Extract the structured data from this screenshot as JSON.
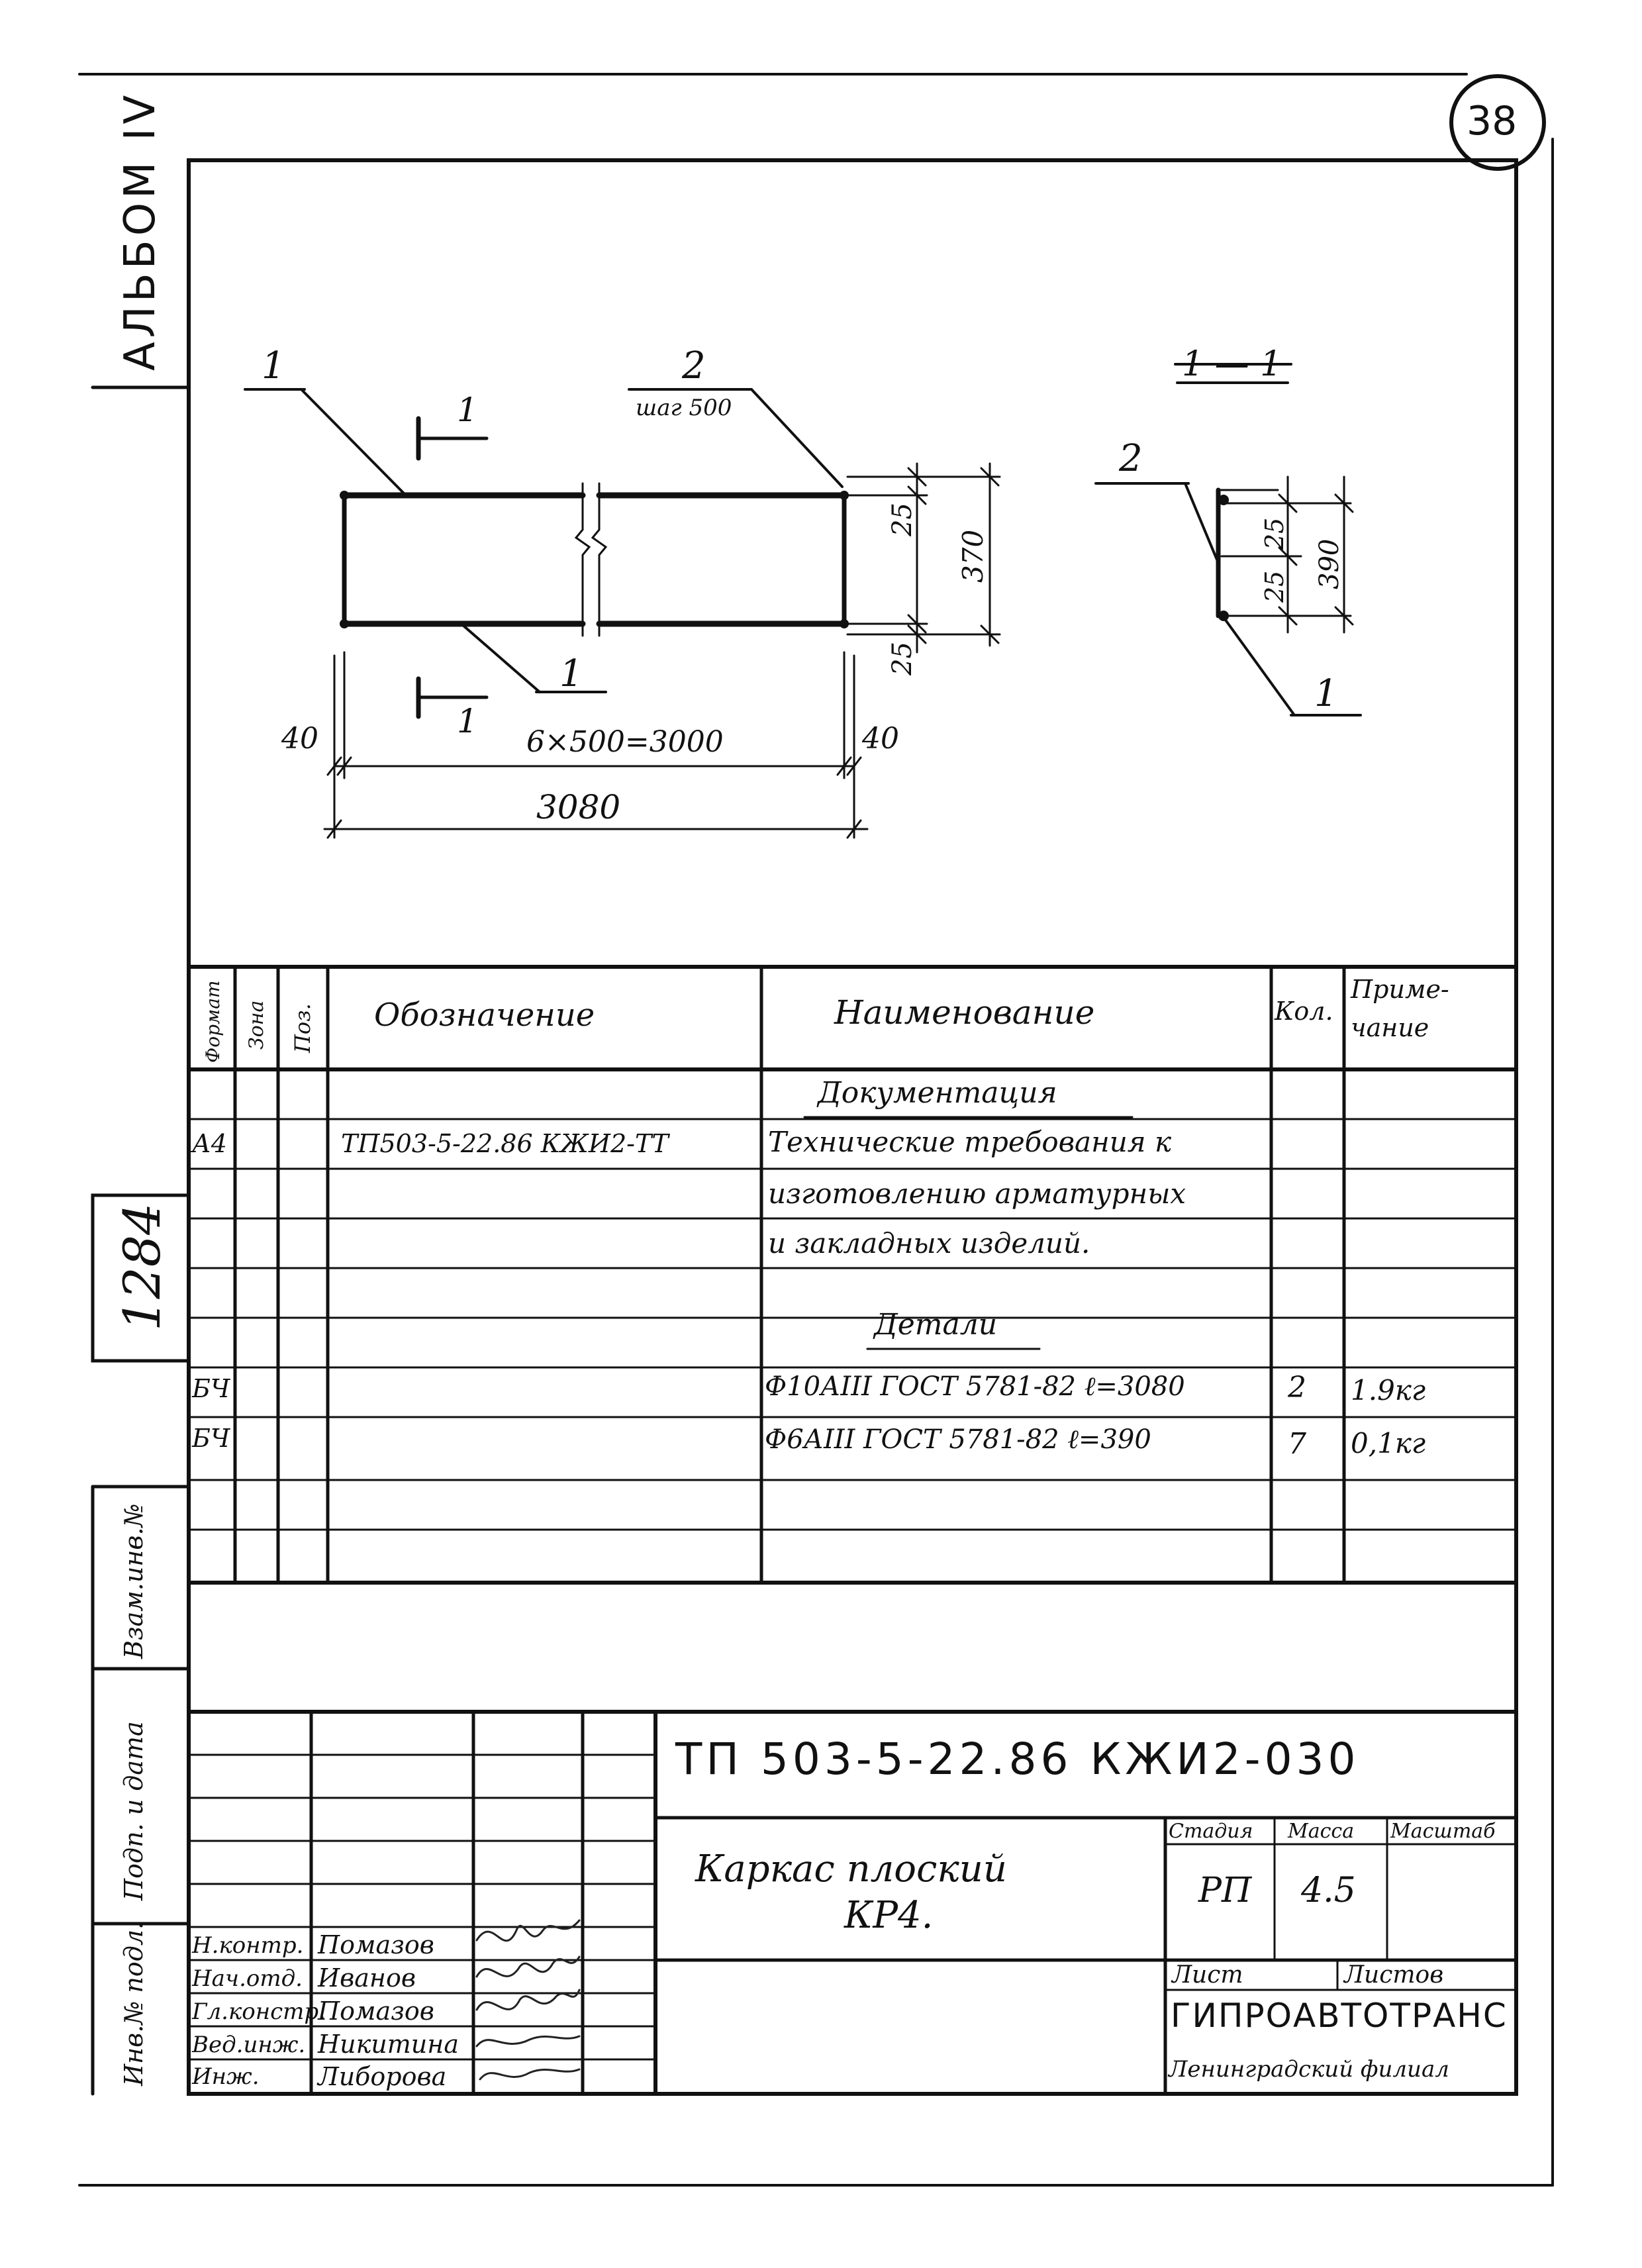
{
  "sheet_number": "38",
  "album_label": "АЛЬБОМ IV",
  "inventory_number": "1284",
  "side_labels": {
    "vzam_inv": "Взам.инв.№",
    "podp_data": "Подп. и дата",
    "inv_podl": "Инв.№ подл."
  },
  "drawing": {
    "callout_pos_1_top": "1",
    "callout_pos_2_top": "2",
    "callout_step": "шаг 500",
    "section_mark_top": "1",
    "section_mark_bottom": "1",
    "dim_right_top": "25",
    "dim_right_total": "370",
    "dim_right_bottom": "25",
    "callout_pos_1_bottom": "1",
    "dim_left_end": "40",
    "dim_right_end": "40",
    "dim_spacing": "6×500=3000",
    "dim_total_length": "3080",
    "section_title": "1 — 1",
    "section_callout_2": "2",
    "section_dim_25a": "25",
    "section_dim_25b": "25",
    "section_dim_total": "390",
    "section_callout_1": "1"
  },
  "spec_table": {
    "headers": {
      "format": "Формат",
      "zone": "Зона",
      "pos": "Поз.",
      "designation": "Обозначение",
      "name": "Наименование",
      "qty": "Кол.",
      "note": "Приме-чание"
    },
    "rows": [
      {
        "format": "",
        "designation": "",
        "name": "Документация",
        "underline": true,
        "qty": "",
        "note": ""
      },
      {
        "format": "А4",
        "designation": "ТП503-5-22.86  КЖИ2-ТТ",
        "name": "Технические требования к",
        "qty": "",
        "note": ""
      },
      {
        "format": "",
        "designation": "",
        "name": "изготовлению арматурных",
        "qty": "",
        "note": ""
      },
      {
        "format": "",
        "designation": "",
        "name": "и закладных изделий.",
        "qty": "",
        "note": ""
      },
      {
        "format": "",
        "designation": "",
        "name": "Детали",
        "underline": true,
        "qty": "",
        "note": ""
      },
      {
        "format": "БЧ",
        "designation": "",
        "name": "Ф10АIII ГОСТ 5781-82 ℓ=3080",
        "qty": "2",
        "note": "1.9кг"
      },
      {
        "format": "БЧ",
        "designation": "",
        "name": "Ф6АIII ГОСТ 5781-82 ℓ=390",
        "qty": "7",
        "note": "0,1кг"
      },
      {
        "format": "",
        "designation": "",
        "name": "",
        "qty": "",
        "note": ""
      },
      {
        "format": "",
        "designation": "",
        "name": "",
        "qty": "",
        "note": ""
      }
    ]
  },
  "title_block": {
    "code": "ТП  503-5-22.86  КЖИ2-030",
    "title_line1": "Каркас плоский",
    "title_line2": "КР4.",
    "stage_label": "Стадия",
    "mass_label": "Масса",
    "scale_label": "Масштаб",
    "stage_value": "РП",
    "mass_value": "4.5",
    "scale_value": "",
    "sheet_label": "Лист",
    "sheets_label": "Листов",
    "organization": "ГИПРОАВТОТРАНС",
    "branch": "Ленинградский филиал",
    "signers": [
      {
        "role": "Н.контр.",
        "name": "Помазов"
      },
      {
        "role": "Нач.отд.",
        "name": "Иванов"
      },
      {
        "role": "Гл.констр.",
        "name": "Помазов"
      },
      {
        "role": "Вед.инж.",
        "name": "Никитина"
      },
      {
        "role": "Инж.",
        "name": "Либорова"
      }
    ]
  }
}
